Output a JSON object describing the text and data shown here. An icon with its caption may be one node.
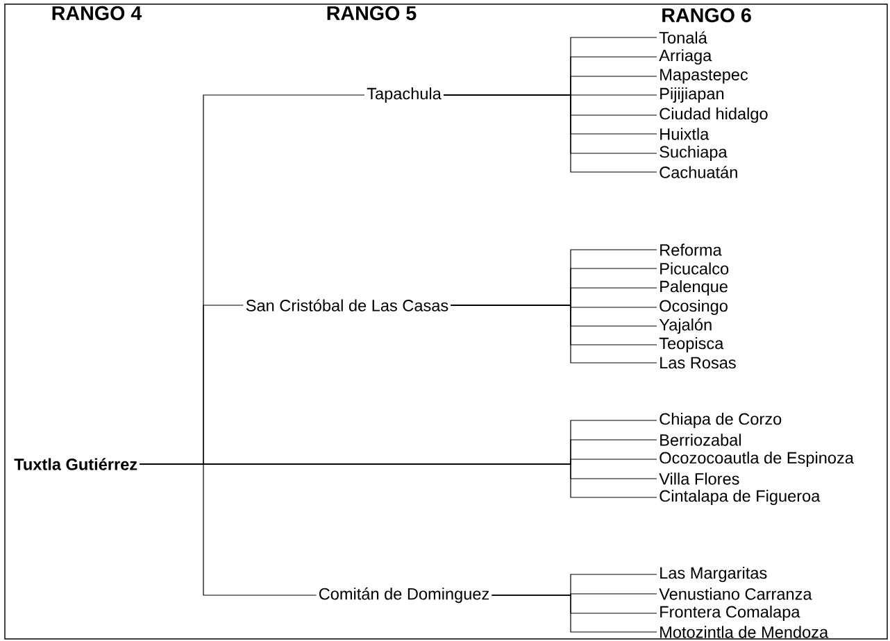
{
  "diagram": {
    "nodes": [
      {
        "text": [
          "Tuxtla Gutiérrez"
        ]
      },
      {
        "text": [
          "Tapachula"
        ]
      },
      {
        "text": [
          "Tonalá"
        ]
      },
      {
        "text": [
          "Arriaga"
        ]
      },
      {
        "text": [
          "Mapastepec"
        ]
      },
      {
        "text": [
          "Pijijiapan"
        ]
      },
      {
        "text": [
          "Ciudad hidalgo"
        ]
      },
      {
        "text": [
          "Huixtla"
        ]
      },
      {
        "text": [
          "Suchiapa"
        ]
      },
      {
        "text": [
          "Cachuatán"
        ]
      },
      {
        "text": [
          "San Cristóbal de Las Casas"
        ]
      },
      {
        "text": [
          "Reforma"
        ]
      },
      {
        "text": [
          "Picucalco"
        ]
      },
      {
        "text": [
          "Palenque"
        ]
      },
      {
        "text": [
          "Ocosingo"
        ]
      },
      {
        "text": [
          "Yajalón"
        ]
      },
      {
        "text": [
          "Teopisca"
        ]
      },
      {
        "text": [
          "Las Rosas"
        ]
      },
      {
        "text": [
          "Chiapa de Corzo"
        ]
      },
      {
        "text": [
          "Berriozabal"
        ]
      },
      {
        "text": [
          "Ocozocoautla de Espinoza"
        ]
      },
      {
        "text": [
          "Villa Flores"
        ]
      },
      {
        "text": [
          "Cintalapa de Figueroa"
        ]
      },
      {
        "text": [
          "Comitán de Dominguez"
        ]
      },
      {
        "text": [
          "Las Margaritas"
        ]
      },
      {
        "text": [
          "Venustiano Carranza"
        ]
      },
      {
        "text": [
          "Frontera Comalapa"
        ]
      },
      {
        "text": [
          "Motozintla de Mendoza"
        ]
      }
    ],
    "edges": [
      {
        "from": 0,
        "to": 1,
        "arrow": "none"
      },
      {
        "from": 0,
        "to": 10,
        "arrow": "none"
      },
      {
        "from": 0,
        "to": 23,
        "arrow": "none"
      },
      {
        "from": 1,
        "to": 2,
        "arrow": "none"
      },
      {
        "from": 1,
        "to": 3,
        "arrow": "none"
      },
      {
        "from": 1,
        "to": 4,
        "arrow": "none"
      },
      {
        "from": 1,
        "to": 5,
        "arrow": "none"
      },
      {
        "from": 1,
        "to": 6,
        "arrow": "none"
      },
      {
        "from": 1,
        "to": 7,
        "arrow": "none"
      },
      {
        "from": 1,
        "to": 8,
        "arrow": "none"
      },
      {
        "from": 1,
        "to": 9,
        "arrow": "none"
      },
      {
        "from": 10,
        "to": 11,
        "arrow": "none"
      },
      {
        "from": 10,
        "to": 12,
        "arrow": "none"
      },
      {
        "from": 10,
        "to": 13,
        "arrow": "none"
      },
      {
        "from": 10,
        "to": 14,
        "arrow": "none"
      },
      {
        "from": 10,
        "to": 15,
        "arrow": "none"
      },
      {
        "from": 10,
        "to": 16,
        "arrow": "none"
      },
      {
        "from": 10,
        "to": 17,
        "arrow": "none"
      },
      {
        "from": 0,
        "to": 18,
        "arrow": "none"
      },
      {
        "from": 0,
        "to": 19,
        "arrow": "none"
      },
      {
        "from": 0,
        "to": 20,
        "arrow": "none"
      },
      {
        "from": 0,
        "to": 21,
        "arrow": "none"
      },
      {
        "from": 0,
        "to": 22,
        "arrow": "none"
      },
      {
        "from": 23,
        "to": 24,
        "arrow": "none"
      },
      {
        "from": 23,
        "to": 25,
        "arrow": "none"
      },
      {
        "from": 23,
        "to": 26,
        "arrow": "none"
      },
      {
        "from": 23,
        "to": 27,
        "arrow": "none"
      }
    ],
    "labels": [
      "RANGO 4",
      "RANGO 5",
      "RANGO 6"
    ]
  }
}
